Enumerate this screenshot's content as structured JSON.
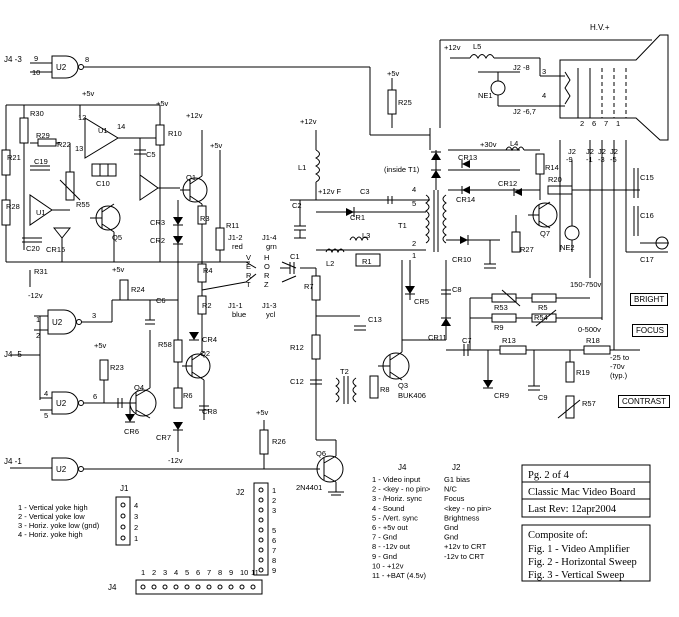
{
  "title_block": {
    "page": "Pg. 2  of  4",
    "board": "Classic Mac Video Board",
    "rev": "Last Rev: 12apr2004",
    "composite_label": "Composite of:",
    "figs": [
      "Fig. 1 - Video Amplifier",
      "Fig. 2 - Horizontal Sweep",
      "Fig. 3 - Vertical Sweep"
    ]
  },
  "buttons": {
    "bright": "BRIGHT",
    "focus": "FOCUS",
    "contrast": "CONTRAST"
  },
  "j1": {
    "name": "J1",
    "pins": [
      "4",
      "3",
      "2",
      "1"
    ],
    "legend": [
      "1 - Vertical yoke high",
      "2 - Vertical yoke low",
      "3 - Horiz. yoke low (gnd)",
      "4 - Horiz. yoke high"
    ]
  },
  "j2": {
    "name": "J2",
    "pins": [
      "1",
      "2",
      "3",
      "",
      "5",
      "6",
      "7",
      "8",
      "9"
    ]
  },
  "j4": {
    "name": "J4",
    "pins": [
      "1",
      "2",
      "3",
      "4",
      "5",
      "6",
      "7",
      "8",
      "9",
      "10",
      "11"
    ]
  },
  "pin_table": {
    "j4_header": "J4",
    "j2_header": "J2",
    "j4": [
      "1 - Video input",
      "2 - <key - no pin>",
      "3 - /Horiz. sync",
      "4 - Sound",
      "5 - /Vert. sync",
      "6 - +5v out",
      "7 - Gnd",
      "8 - -12v out",
      "9 - Gnd",
      "10 - +12v",
      "11 - +BAT (4.5v)"
    ],
    "j2": [
      "G1 bias",
      "N/C",
      "Focus",
      "<key - no pin>",
      "Brightness",
      "Gnd",
      "Gnd",
      "+12v to CRT",
      "-12v to CRT"
    ]
  },
  "labels": {
    "hv": "H.V.+",
    "j4_3": "J4 -3",
    "j4_5": "J4 -5",
    "j4_1": "J4 -1",
    "u2": "U2",
    "u1": "U1",
    "v5": "+5v",
    "v12": "+12v",
    "vm12": "-12v",
    "v30": "+30v",
    "v12f": "+12v F",
    "r30": "R30",
    "r29": "R29",
    "r22": "R22",
    "r21": "R21",
    "r28": "R28",
    "r55": "R55",
    "r31": "R31",
    "r24": "R24",
    "r10": "R10",
    "r25": "R25",
    "r3": "R3",
    "r11": "R11",
    "r4": "R4",
    "r2": "R2",
    "r58": "R58",
    "r6": "R6",
    "r23": "R23",
    "r26": "R26",
    "r7": "R7",
    "r12": "R12",
    "r1": "R1",
    "r8": "R8",
    "r14": "R14",
    "r20": "R20",
    "r27": "R27",
    "r5": "R5",
    "r9": "R9",
    "r53": "R53",
    "r54": "R54",
    "r13": "R13",
    "r18": "R18",
    "r19": "R19",
    "r57": "R57",
    "c19": "C19",
    "c20": "C20",
    "c10": "C10",
    "c5": "C5",
    "c6": "C6",
    "c2": "C2",
    "c1": "C1",
    "c3": "C3",
    "c13": "C13",
    "c12": "C12",
    "c8": "C8",
    "c7": "C7",
    "c9": "C9",
    "c15": "C15",
    "c16": "C16",
    "c17": "C17",
    "cr15": "CR15",
    "cr3": "CR3",
    "cr2": "CR2",
    "cr1": "CR1",
    "cr4": "CR4",
    "cr6": "CR6",
    "cr7": "CR7",
    "cr8": "CR8",
    "cr5": "CR5",
    "cr11": "CR11",
    "cr9": "CR9",
    "cr10": "CR10",
    "cr12": "CR12",
    "cr13": "CR13",
    "cr14": "CR14",
    "q1": "Q1",
    "q2": "Q2",
    "q3": "Q3",
    "q4": "Q4",
    "q5": "Q5",
    "q6": "Q6",
    "q7": "Q7",
    "l1": "L1",
    "l2": "L2",
    "l3": "L3",
    "l4": "L4",
    "l5": "L5",
    "t1": "T1",
    "t2": "T2",
    "ne1": "NE1",
    "ne2": "NE2",
    "inside_t1": "(inside T1)",
    "q3_part": "BUK406",
    "q6_part": "2N4401",
    "j1_2": "J1-2",
    "j1_2c": "red",
    "j1_4": "J1-4",
    "j1_4c": "grn",
    "j1_1": "J1-1",
    "j1_1c": "blue",
    "j1_3": "J1-3",
    "j1_3c": "ycl",
    "vert": "V\nE\nR\nT",
    "horz": "H\nO\nR\nZ",
    "j2_8": "J2 -8",
    "j2_67": "J2 -6,7",
    "j2_9": "J2\n-9",
    "j2_1": "J2\n-1",
    "j2_3": "J2\n-3",
    "j2_5": "J2\n-5",
    "v150": "150-750v",
    "v0500": "0-500v",
    "vneg": "-25 to\n-70v\n(typ.)",
    "n8": "8",
    "n9": "9",
    "n10": "10",
    "n12": "12",
    "n13": "13",
    "n14": "14",
    "n1": "1",
    "n2": "2",
    "n3": "3",
    "n4": "4",
    "n5": "5",
    "n6": "6",
    "n7": "7"
  }
}
